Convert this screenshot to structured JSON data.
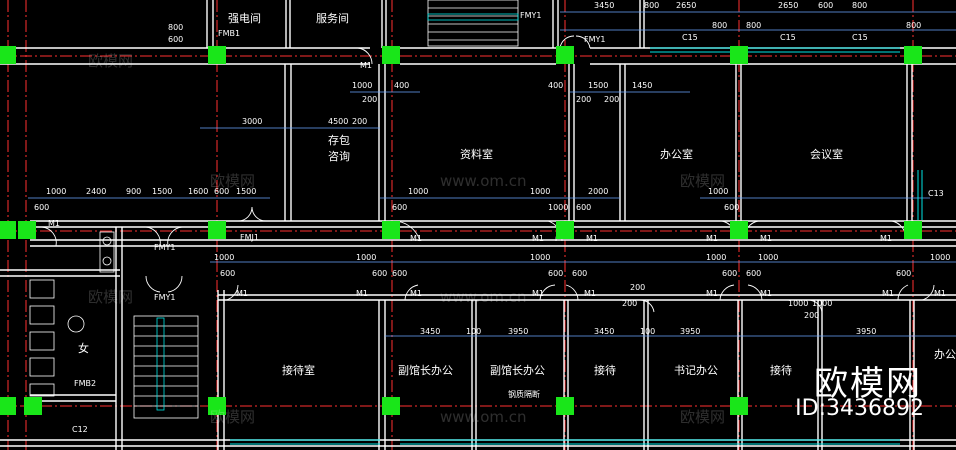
{
  "colors": {
    "background": "#000000",
    "wall": "#ffffff",
    "axis": "#ff3030",
    "dimension": "#6aa7ff",
    "column": "#19e619",
    "door": "#ffffff",
    "window": "#00e5e5"
  },
  "rooms": [
    {
      "id": "power",
      "text": "强电间"
    },
    {
      "id": "service",
      "text": "服务间"
    },
    {
      "id": "storage",
      "text": "存包"
    },
    {
      "id": "consult",
      "text": "咨询"
    },
    {
      "id": "archive",
      "text": "资料室"
    },
    {
      "id": "office",
      "text": "办公室"
    },
    {
      "id": "meeting",
      "text": "会议室"
    },
    {
      "id": "reception",
      "text": "接待室"
    },
    {
      "id": "deputy1",
      "text": "副馆长办公"
    },
    {
      "id": "deputy2",
      "text": "副馆长办公"
    },
    {
      "id": "recept2",
      "text": "接待"
    },
    {
      "id": "secretary",
      "text": "书记办公"
    },
    {
      "id": "recept3",
      "text": "接待"
    },
    {
      "id": "office_r",
      "text": "办公室"
    },
    {
      "id": "female",
      "text": "女"
    },
    {
      "id": "rail",
      "text": "钢质隔断"
    }
  ],
  "tags": [
    "FMB1",
    "FMY1",
    "FMY1",
    "M1",
    "M1",
    "M1",
    "M1",
    "M1",
    "M1",
    "M1",
    "M1",
    "M1",
    "M1",
    "M1",
    "M1",
    "M1",
    "M1",
    "M1",
    "M1",
    "M1",
    "FMJ1",
    "FMY1",
    "FMY1",
    "FMB2",
    "C12",
    "C13",
    "C15",
    "C15",
    "C15"
  ],
  "dimensions": [
    "3450",
    "800",
    "2650",
    "2650",
    "600",
    "800",
    "800",
    "800",
    "800",
    "600",
    "800",
    "1000",
    "200",
    "400",
    "4500",
    "200",
    "3000",
    "400",
    "1500",
    "1450",
    "200",
    "200",
    "1000",
    "2400",
    "900",
    "1500",
    "1600",
    "600",
    "1500",
    "600",
    "1000",
    "1000",
    "600",
    "1000",
    "2000",
    "600",
    "1000",
    "600",
    "1000",
    "600",
    "600",
    "1000",
    "600",
    "600",
    "1000",
    "600",
    "600",
    "1000",
    "600",
    "1000",
    "600",
    "1000",
    "200",
    "200",
    "1000",
    "200",
    "1000",
    "3450",
    "100",
    "3950",
    "3450",
    "100",
    "3950",
    "3950"
  ],
  "watermarks": [
    "欧模网",
    "www.om.cn",
    "欧模网",
    "www.om.cn",
    "欧模网",
    "欧模网",
    "欧模网",
    "www.om.cn",
    "欧模网"
  ],
  "brand": {
    "name": "欧模网",
    "id": "ID:3436892"
  }
}
